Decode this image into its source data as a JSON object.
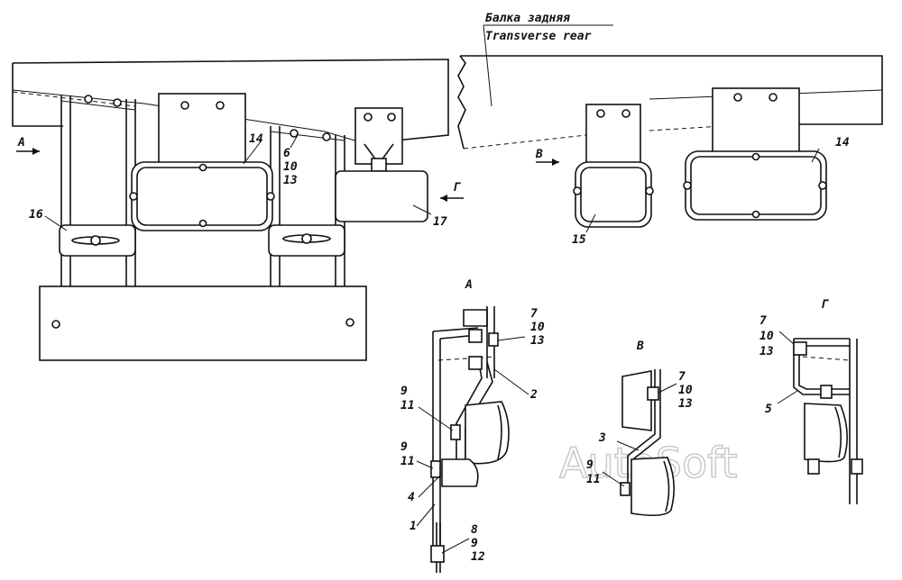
{
  "title": {
    "ru": "Балка задняя",
    "en": "Transverse rear"
  },
  "view_labels": {
    "arrow_a": "А",
    "arrow_v": "В",
    "arrow_g": "Г",
    "view_a": "А",
    "view_v": "В",
    "view_g": "Г"
  },
  "callouts": {
    "c14a": "14",
    "c6": "6",
    "c10a": "10",
    "c13a": "13",
    "c16": "16",
    "c17": "17",
    "c14b": "14",
    "c15": "15",
    "a7": "7",
    "a10": "10",
    "a13": "13",
    "a2": "2",
    "a9a": "9",
    "a11a": "11",
    "a9b": "9",
    "a11b": "11",
    "a4": "4",
    "a1": "1",
    "a8": "8",
    "a9c": "9",
    "a12": "12",
    "v7": "7",
    "v10": "10",
    "v13": "13",
    "v3": "3",
    "v9": "9",
    "v11": "11",
    "g7": "7",
    "g10": "10",
    "g13": "13",
    "g5": "5"
  },
  "watermark": "AutoSoft"
}
